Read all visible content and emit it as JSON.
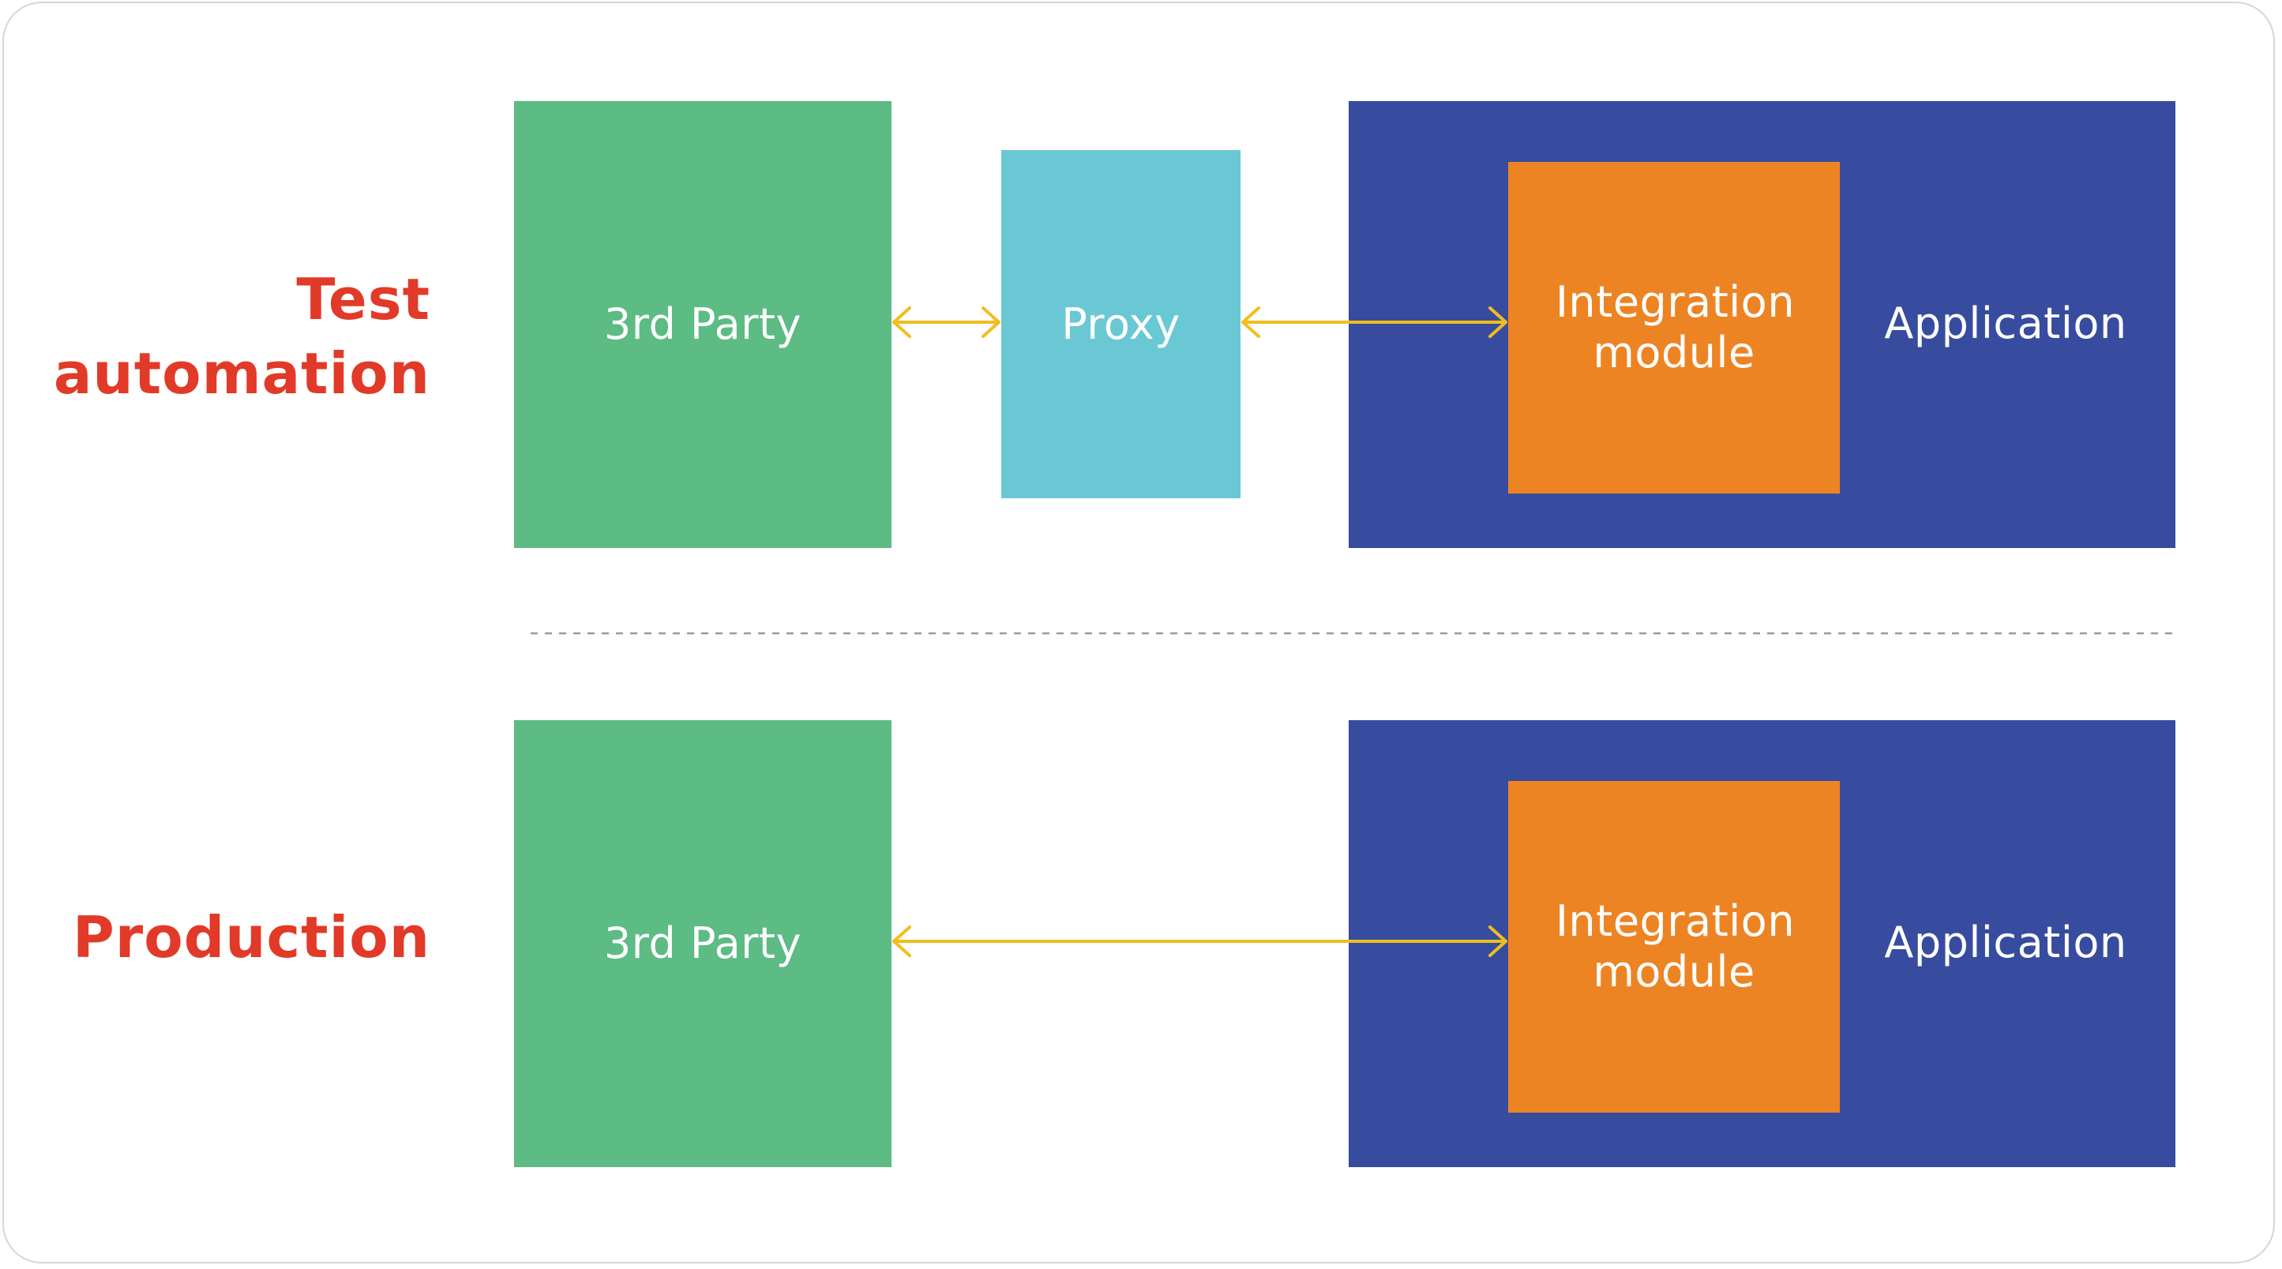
{
  "labels": {
    "test": "Test automation",
    "production": "Production"
  },
  "test": {
    "third_party": "3rd Party",
    "proxy": "Proxy",
    "integration_module": "Integration module",
    "application": "Application"
  },
  "production": {
    "third_party": "3rd Party",
    "integration_module": "Integration module",
    "application": "Application"
  },
  "colors": {
    "label": "#e23a28",
    "third_party": "#5dbb84",
    "proxy": "#6ac8d5",
    "application": "#374c9f",
    "integration_module": "#ed8424",
    "arrow": "#f0be1e",
    "divider": "#999999"
  }
}
